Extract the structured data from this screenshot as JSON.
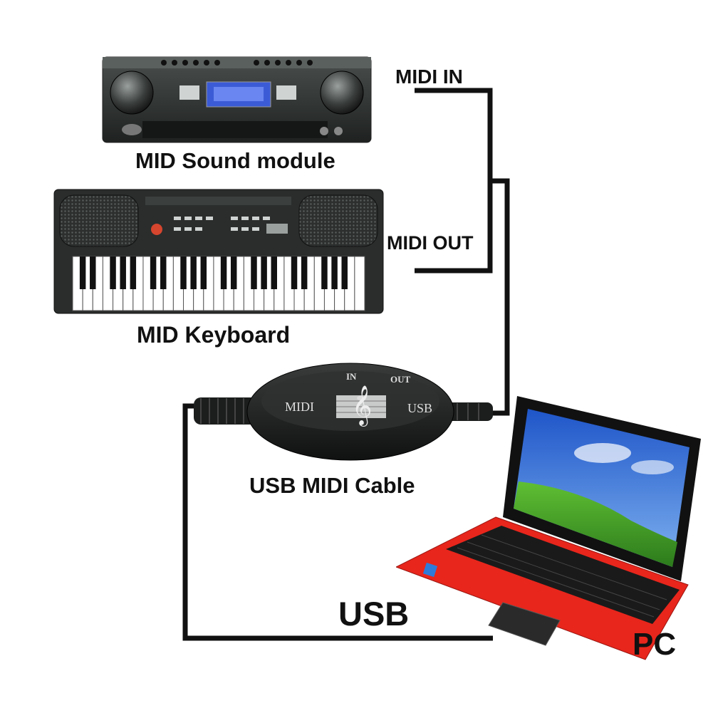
{
  "labels": {
    "midi_in": "MIDI IN",
    "midi_out": "MIDI OUT",
    "sound_module": "MID Sound module",
    "keyboard": "MID Keyboard",
    "usb_midi_cable": "USB MIDI Cable",
    "usb": "USB",
    "pc": "PC"
  },
  "interface_box": {
    "left_label": "MIDI",
    "right_label": "USB",
    "in_label": "IN",
    "out_label": "OUT"
  },
  "colors": {
    "cable": "#111111",
    "laptop_body": "#e8261c",
    "device_body": "#2a2d2c",
    "screen_sky": "#2e6fd6",
    "screen_grass": "#3f9a2a",
    "lcd": "#3b5bd6"
  },
  "icons": [
    "sound-module-device",
    "keyboard-device",
    "usb-midi-interface",
    "laptop-pc",
    "treble-clef-icon"
  ]
}
